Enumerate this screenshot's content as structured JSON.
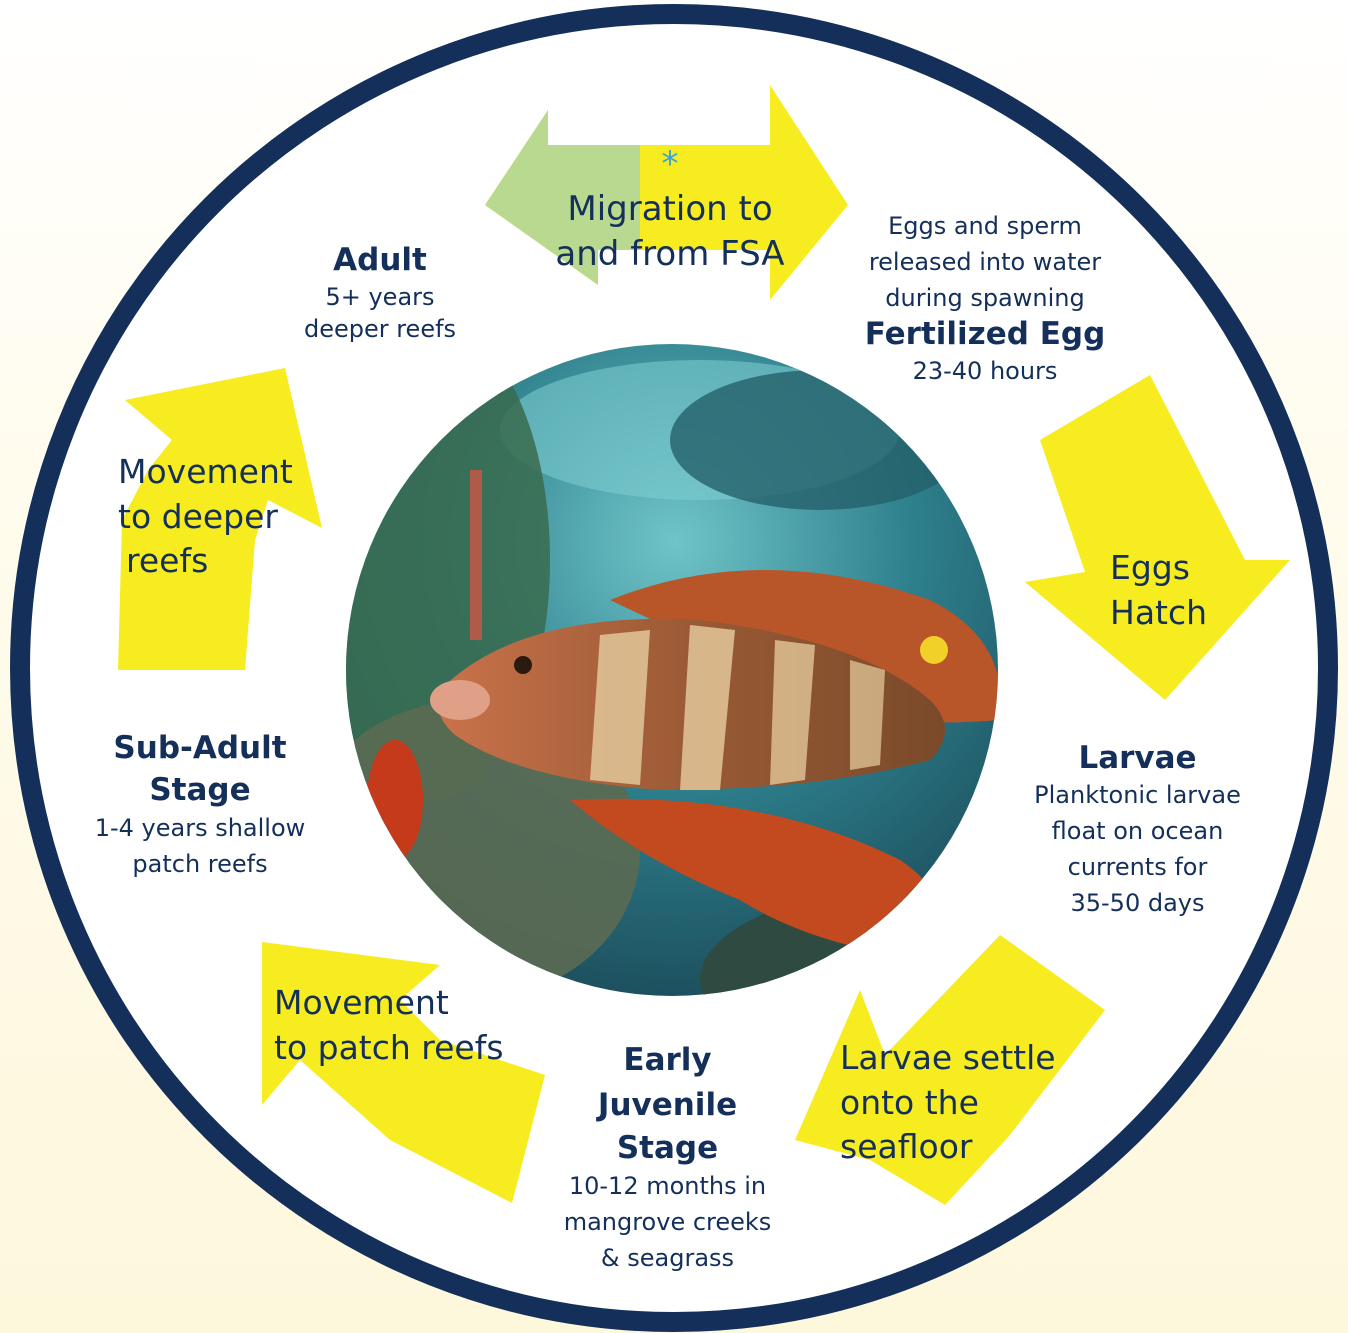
{
  "colors": {
    "ring": "#14305a",
    "arrow_yellow": "#f7ec1f",
    "arrow_green": "#b8d98f",
    "label_text": "#14305a",
    "asterisk": "#3ba3d6"
  },
  "center_image": "nassau-grouper-photo",
  "migration": {
    "asterisk": "*",
    "line1": "Migration to",
    "line2": "and from FSA"
  },
  "stages": {
    "adult": {
      "title": "Adult",
      "line1": "5+ years",
      "line2": "deeper reefs"
    },
    "fertilized_egg": {
      "pre1": "Eggs and sperm",
      "pre2": "released into water",
      "pre3": "during spawning",
      "title": "Fertilized Egg",
      "line1": "23-40 hours"
    },
    "larvae": {
      "title": "Larvae",
      "line1": "Planktonic larvae",
      "line2": "float on ocean",
      "line3": "currents for",
      "line4": "35-50 days"
    },
    "early_juvenile": {
      "title1": "Early",
      "title2": "Juvenile",
      "title3": "Stage",
      "line1": "10-12 months in",
      "line2": "mangrove creeks",
      "line3": "& seagrass"
    },
    "sub_adult": {
      "title1": "Sub-Adult",
      "title2": "Stage",
      "line1": "1-4 years shallow",
      "line2": "patch reefs"
    }
  },
  "arrows": {
    "eggs_hatch": {
      "line1": "Eggs",
      "line2": "Hatch"
    },
    "larvae_settle": {
      "line1": "Larvae settle",
      "line2": "onto the",
      "line3": "seafloor"
    },
    "patch_reefs": {
      "line1": "Movement",
      "line2": "to patch reefs"
    },
    "deeper_reefs": {
      "line1": "Movement",
      "line2": "to deeper",
      "line3": "reefs"
    }
  }
}
